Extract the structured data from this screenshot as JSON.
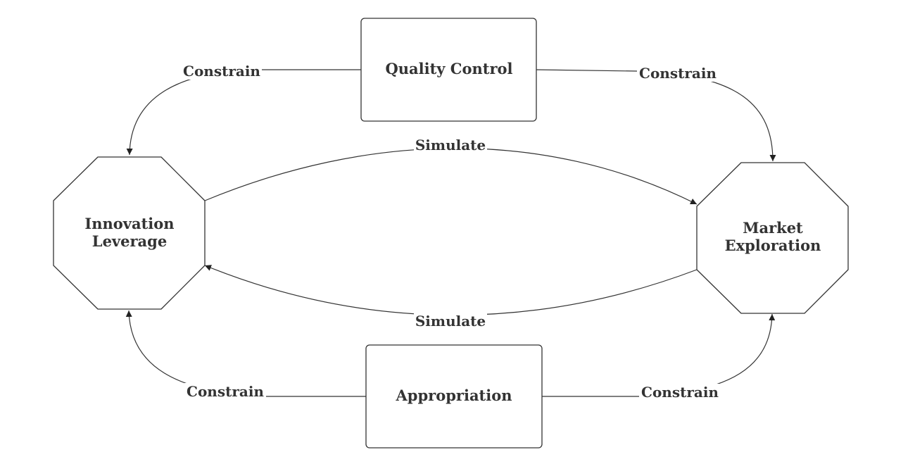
{
  "nodes": {
    "quality_control": {
      "label": "Quality Control"
    },
    "appropriation": {
      "label": "Appropriation"
    },
    "innovation_leverage": {
      "label_line1": "Innovation",
      "label_line2": "Leverage"
    },
    "market_exploration": {
      "label_line1": "Market",
      "label_line2": "Exploration"
    }
  },
  "edges": {
    "qc_to_innovation": "Constrain",
    "qc_to_market": "Constrain",
    "appropriation_to_innovation": "Constrain",
    "appropriation_to_market": "Constrain",
    "innovation_to_market": "Simulate",
    "market_to_innovation": "Simulate"
  }
}
